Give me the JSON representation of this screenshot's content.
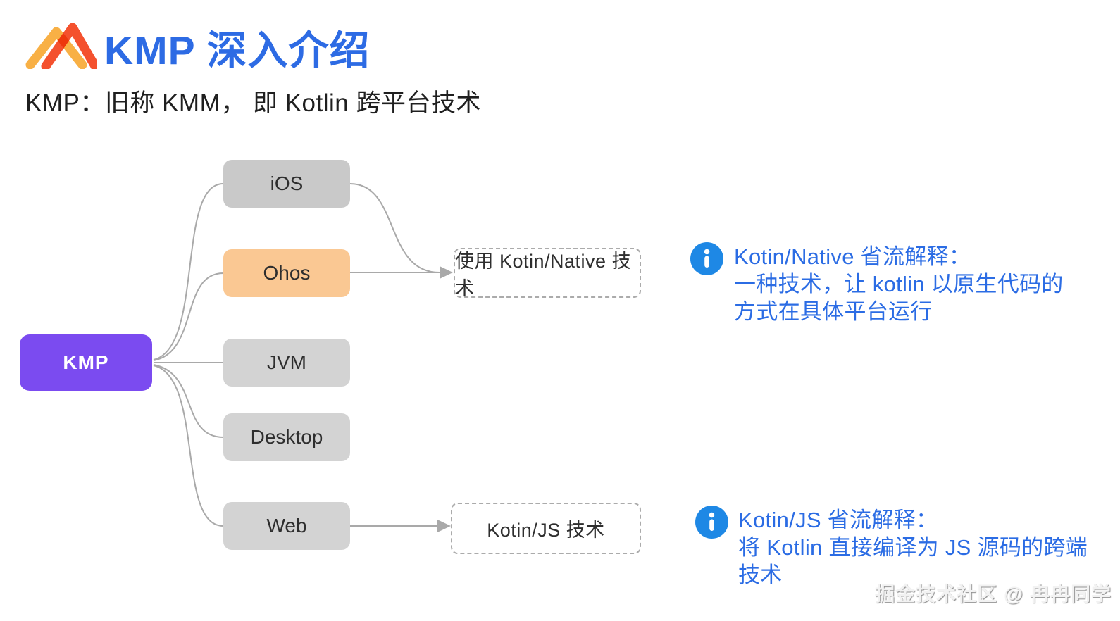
{
  "header": {
    "logo_icon": "double-peak-logo-icon",
    "title": "KMP 深入介绍",
    "subtitle": "KMP：旧称 KMM， 即 Kotlin 跨平台技术"
  },
  "diagram": {
    "root": {
      "label": "KMP"
    },
    "platforms": [
      {
        "id": "ios",
        "label": "iOS",
        "highlight": false
      },
      {
        "id": "ohos",
        "label": "Ohos",
        "highlight": true
      },
      {
        "id": "jvm",
        "label": "JVM",
        "highlight": false
      },
      {
        "id": "desktop",
        "label": "Desktop",
        "highlight": false
      },
      {
        "id": "web",
        "label": "Web",
        "highlight": false
      }
    ],
    "notes": [
      {
        "id": "native",
        "label": "使用 Kotin/Native 技术"
      },
      {
        "id": "js",
        "label": "Kotin/JS 技术"
      }
    ],
    "edges": [
      {
        "from": "KMP",
        "to": "iOS"
      },
      {
        "from": "KMP",
        "to": "Ohos"
      },
      {
        "from": "KMP",
        "to": "JVM"
      },
      {
        "from": "KMP",
        "to": "Desktop"
      },
      {
        "from": "KMP",
        "to": "Web"
      },
      {
        "from": "iOS",
        "to": "使用 Kotin/Native 技术",
        "arrow": true
      },
      {
        "from": "Ohos",
        "to": "使用 Kotin/Native 技术",
        "arrow": true
      },
      {
        "from": "Web",
        "to": "Kotin/JS 技术",
        "arrow": true
      }
    ]
  },
  "annotations": [
    {
      "icon": "info-icon",
      "title": "Kotin/Native 省流解释：",
      "lines": [
        "一种技术，让 kotlin 以原生代码的",
        "方式在具体平台运行"
      ]
    },
    {
      "icon": "info-icon",
      "title": "Kotin/JS 省流解释：",
      "lines": [
        "将 Kotlin 直接编译为 JS 源码的跨端",
        "技术"
      ]
    }
  ],
  "watermark": "掘金技术社区 @ 冉冉同学",
  "colors": {
    "title_blue": "#2D6BE4",
    "annotation_blue": "#2B6CE4",
    "info_icon_blue": "#1E88E5",
    "root_purple": "#7B4BF0",
    "highlight_orange": "#FAC893",
    "box_gray": "#D3D3D3",
    "edge_gray": "#A9A9A9",
    "logo_yellow": "#F8B045",
    "logo_red": "#F4512E"
  }
}
